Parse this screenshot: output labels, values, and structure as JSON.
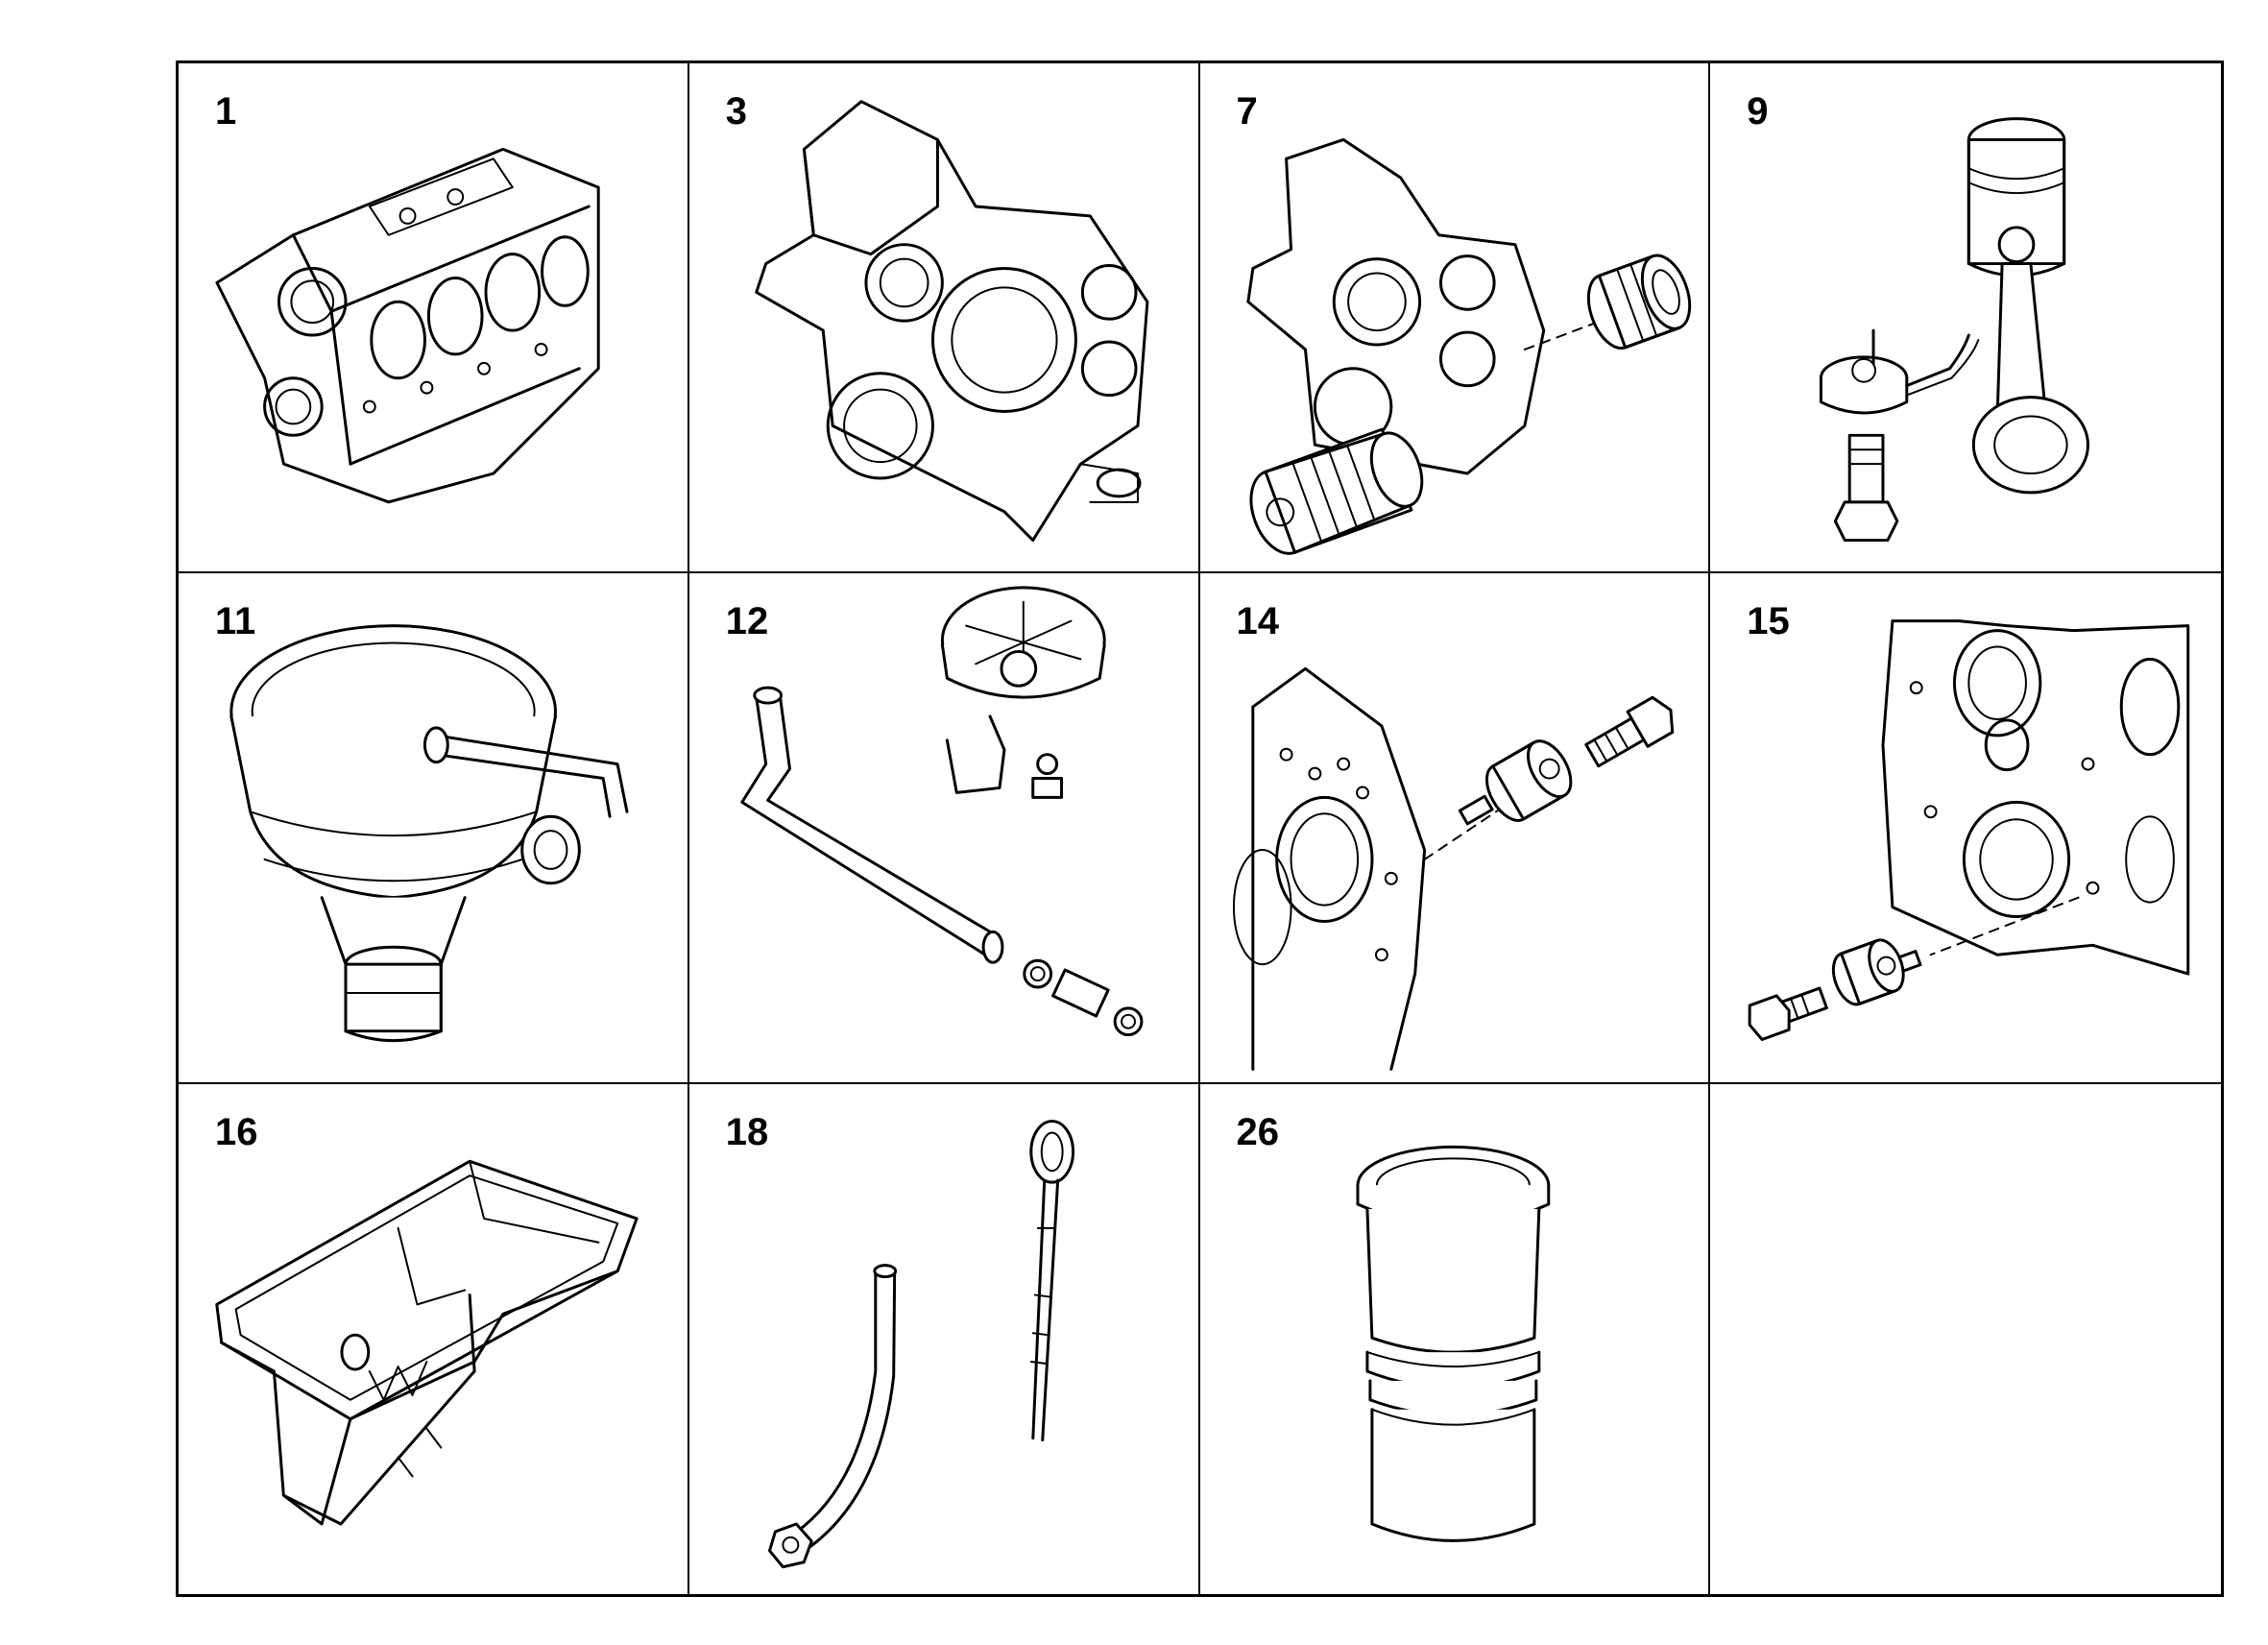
{
  "cells": [
    {
      "label": "1",
      "part": "engine-block"
    },
    {
      "label": "3",
      "part": "timing-case"
    },
    {
      "label": "7",
      "part": "timing-case-with-seals"
    },
    {
      "label": "9",
      "part": "piston-and-connecting-rod"
    },
    {
      "label": "11",
      "part": "oil-filler-housing"
    },
    {
      "label": "12",
      "part": "breather-pipe-and-cap"
    },
    {
      "label": "14",
      "part": "block-plug-and-bolt"
    },
    {
      "label": "15",
      "part": "block-rear-plug-and-bolt"
    },
    {
      "label": "16",
      "part": "oil-pan"
    },
    {
      "label": "18",
      "part": "dipstick-and-guide-tube"
    },
    {
      "label": "26",
      "part": "cylinder-liner"
    },
    {
      "label": "",
      "part": ""
    }
  ]
}
